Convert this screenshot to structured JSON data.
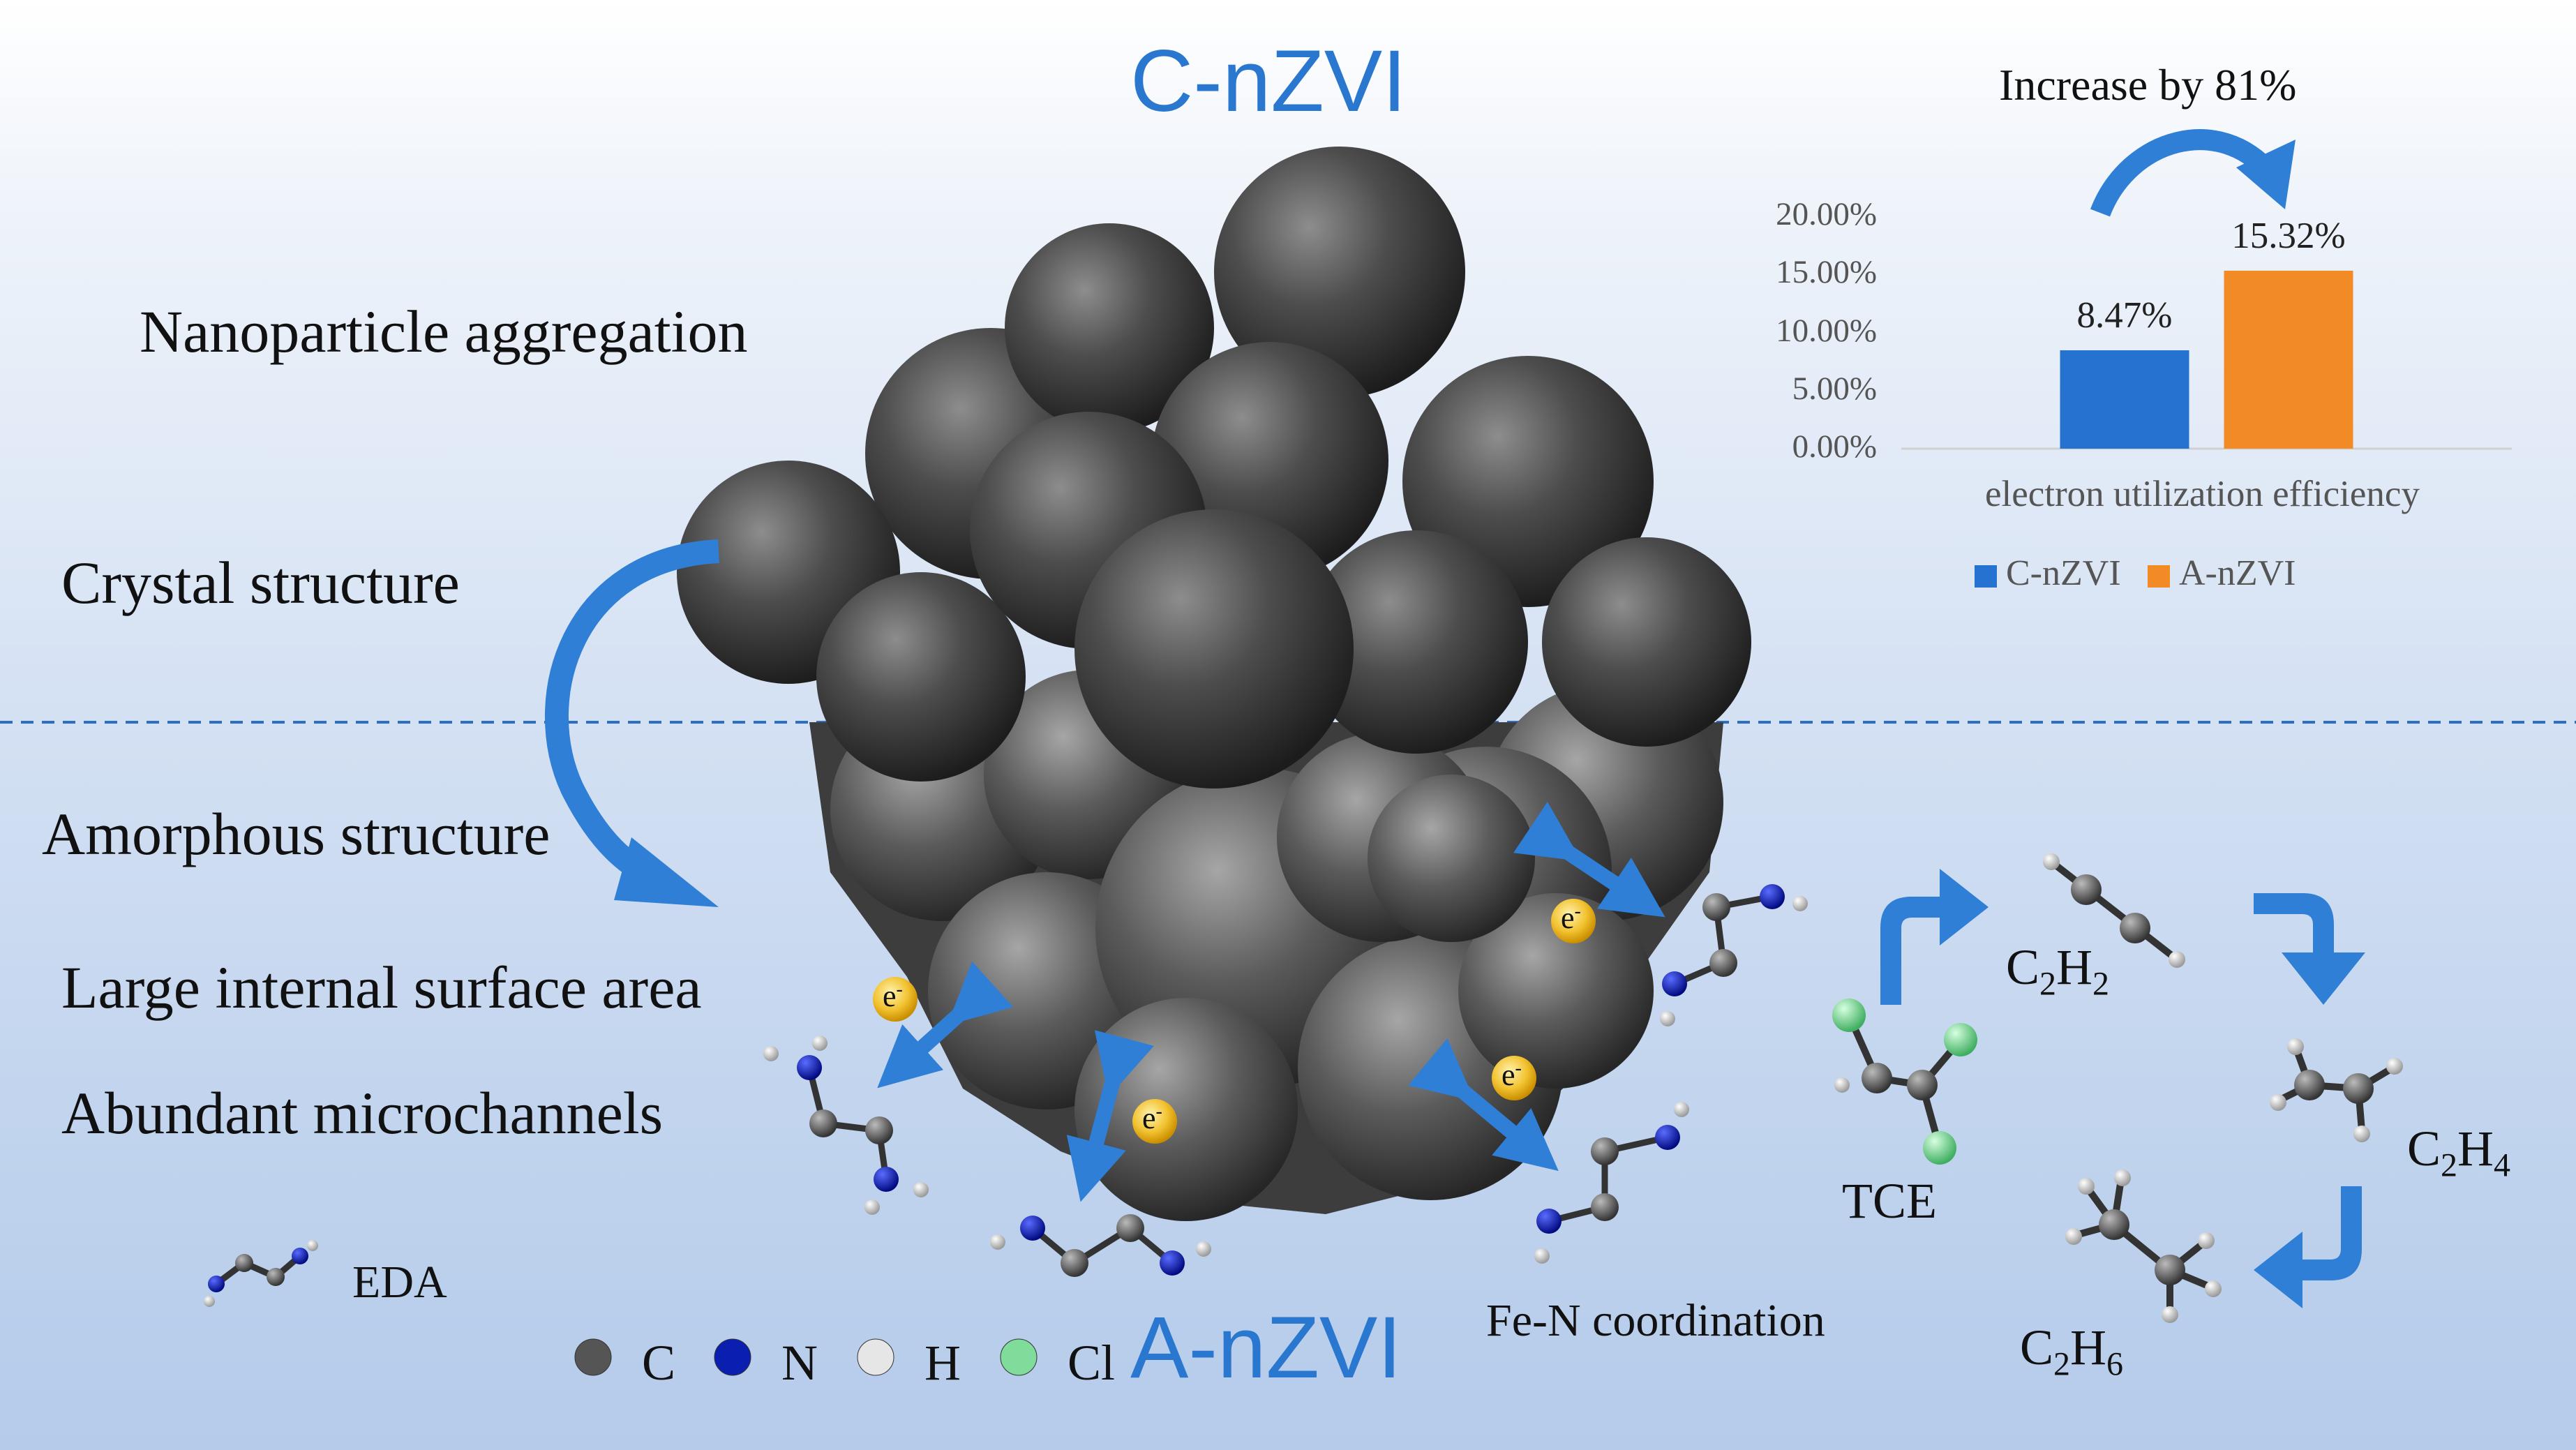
{
  "title_top": "C-nZVI",
  "title_bottom": "A-nZVI",
  "labels": {
    "nanoparticle": "Nanoparticle aggregation",
    "crystal": "Crystal structure",
    "amorphous": "Amorphous structure",
    "surface": "Large internal surface area",
    "microchannels": "Abundant microchannels",
    "eda": "EDA",
    "fen": "Fe-N coordination",
    "tce": "TCE"
  },
  "products": {
    "c2h2": {
      "base": "C",
      "sub1": "2",
      "mid": "H",
      "sub2": "2"
    },
    "c2h4": {
      "base": "C",
      "sub1": "2",
      "mid": "H",
      "sub2": "4"
    },
    "c2h6": {
      "base": "C",
      "sub1": "2",
      "mid": "H",
      "sub2": "6"
    }
  },
  "electron_label": "e",
  "electron_sup": "-",
  "atom_legend": [
    {
      "symbol": "C",
      "color": "#555555"
    },
    {
      "symbol": "N",
      "color": "#0a1fb0"
    },
    {
      "symbol": "H",
      "color": "#e6e6e6"
    },
    {
      "symbol": "Cl",
      "color": "#7fdc9a"
    }
  ],
  "chart_data": {
    "type": "bar",
    "annotation": "Increase by 81%",
    "categories": [
      "C-nZVI",
      "A-nZVI"
    ],
    "values": [
      8.47,
      15.32
    ],
    "value_labels": [
      "8.47%",
      "15.32%"
    ],
    "colors": [
      "#2672d1",
      "#f28a25"
    ],
    "xlabel": "electron utilization efficiency",
    "ylim": [
      0,
      20
    ],
    "yticks": [
      "0.00%",
      "5.00%",
      "10.00%",
      "15.00%",
      "20.00%"
    ],
    "legend": [
      "C-nZVI",
      "A-nZVI"
    ]
  }
}
